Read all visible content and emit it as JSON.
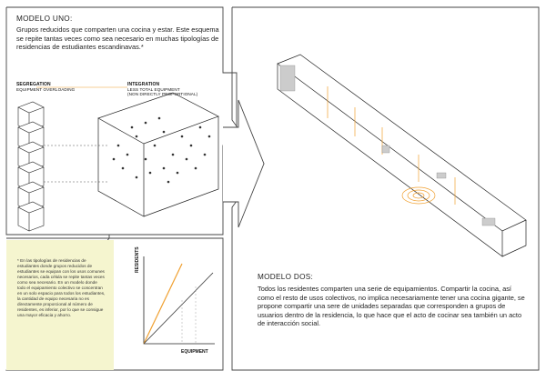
{
  "modelo_uno": {
    "title": "MODELO UNO:",
    "body": "Grupos reducidos que comparten una cocina y estar. Este esquema se repite tantas veces como sea necesario en muchas tipologías de residencias de estudiantes escandinavas.*"
  },
  "segregation": {
    "heading": "SEGREGATION",
    "sub": "EQUIPMENT OVERLOADING"
  },
  "integration": {
    "heading": "INTEGRATION",
    "sub1": "LESS TOTAL EQUIPMENT",
    "sub2": "(NON DIRECTLY PROPORTIONAL)"
  },
  "note": {
    "text": "* En las tipologías de residencias de estudiantes donde grupos reducidos de estudiantes se equipan con los usos comunes necesarios, cada célula se repite tantas veces como sea necesario. En un modelo donde todo el equipamiento colectivo se concentran en un solo espacio para todos los estudiantes, la cantidad de equipo necesaria no es directamente proporcional al número de residentes, es inferior, por lo que se consigue una mayor eficacia y ahorro."
  },
  "graph": {
    "y_label": "RESIDENTS",
    "x_label": "EQUIPMENT"
  },
  "modelo_dos": {
    "title": "MODELO DOS:",
    "body": "Todos los residentes comparten una serie de equipamientos. Compartir la cocina, así como el resto de usos colectivos, no implica necesariamente tener una cocina gigante, se propone compartir una sere de unidades separadas que corresponden a grupos de usuarios dentro de la residencia, lo que hace que el acto de cocinar sea también un acto de interacción social."
  },
  "colors": {
    "background": "#ffffff",
    "panel_stroke": "#444444",
    "accent_orange": "#f0a030",
    "note_bg": "#f5f5cf"
  }
}
